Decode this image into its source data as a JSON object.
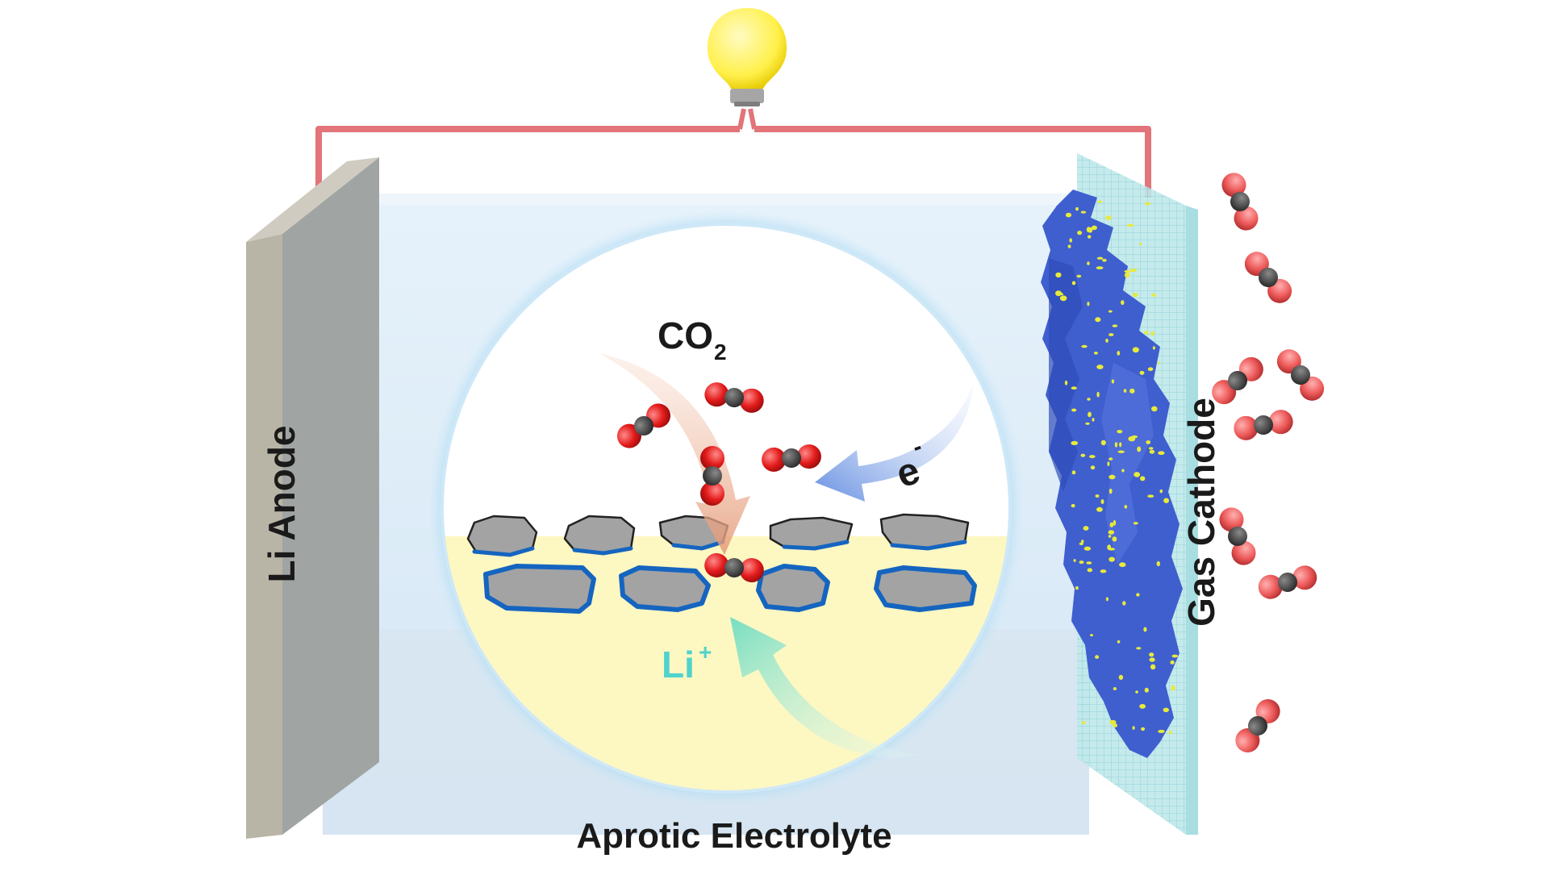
{
  "labels": {
    "anode": "Li Anode",
    "cathode": "Gas Cathode",
    "electrolyte": "Aprotic Electrolyte",
    "co2_main": "CO",
    "co2_sub": "2",
    "electron_main": "e",
    "electron_sup": "-",
    "li_ion_main": "Li",
    "li_ion_sup": "+"
  },
  "colors": {
    "wire": "#e2747a",
    "anode": "#9fa4a2",
    "cathode_mesh": "#bfe8ea",
    "cathode_material": "#3f5fcf",
    "catalyst_dots": "#e8ea3a",
    "oxygen_atom": "#e31b1b",
    "carbon_atom": "#3f3f3f",
    "electrolyte": "#fdf7c2",
    "product_fill": "#a3a3a3",
    "product_outline": "#1565c0",
    "li_label": "#4fd3cc",
    "electron_arrow": "#6e97e6",
    "co2_arrow": "#e8a98a",
    "li_arrow": "#7ee0c8",
    "bulb": "#fff04a"
  },
  "icons": [
    "light-bulb-icon"
  ]
}
